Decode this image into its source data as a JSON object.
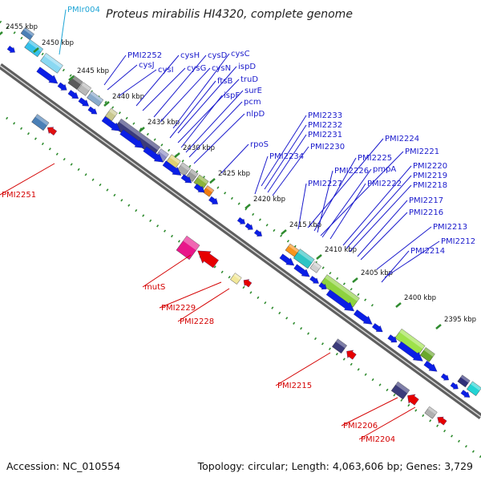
{
  "title": "Proteus mirabilis HI4320, complete genome",
  "footer": {
    "accession": "Accession: NC_010554",
    "summary": "Topology: circular; Length: 4,063,606 bp; Genes: 3,729"
  },
  "colors": {
    "backbone": "#8c8c8c",
    "dots": "#2e8b2e",
    "plus_label": "#1a1acc",
    "minus_label": "#d40000",
    "rna_label": "#1fa5d6",
    "arrow": "#0a1ee6"
  },
  "ticks": [
    "2455 kbp",
    "2450 kbp",
    "2445 kbp",
    "2440 kbp",
    "2435 kbp",
    "2430 kbp",
    "2425 kbp",
    "2420 kbp",
    "2415 kbp",
    "2410 kbp",
    "2405 kbp",
    "2400 kbp",
    "2395 kbp"
  ],
  "labels_plus": [
    "PMI2252",
    "cysJ",
    "cysI",
    "cysH",
    "cysG",
    "cysD",
    "cysN",
    "cysC",
    "ispD",
    "ftsB",
    "truD",
    "ispF",
    "surE",
    "pcm",
    "nlpD",
    "rpoS",
    "PMI2233",
    "PMI2232",
    "PMI2231",
    "PMI2234",
    "PMI2230",
    "PMI2224",
    "PMI2225",
    "PMI2221",
    "PMI2226",
    "pmpA",
    "PMI2227",
    "PMI2222",
    "PMI2220",
    "PMI2219",
    "PMI2218",
    "PMI2217",
    "PMI2216",
    "PMI2213",
    "PMI2212",
    "PMI2214"
  ],
  "labels_minus": [
    "PMI2251",
    "mutS",
    "PMI2229",
    "PMI2228",
    "PMI2215",
    "PMI2206",
    "PMI2204"
  ],
  "labels_rna": [
    "PMIr004"
  ]
}
